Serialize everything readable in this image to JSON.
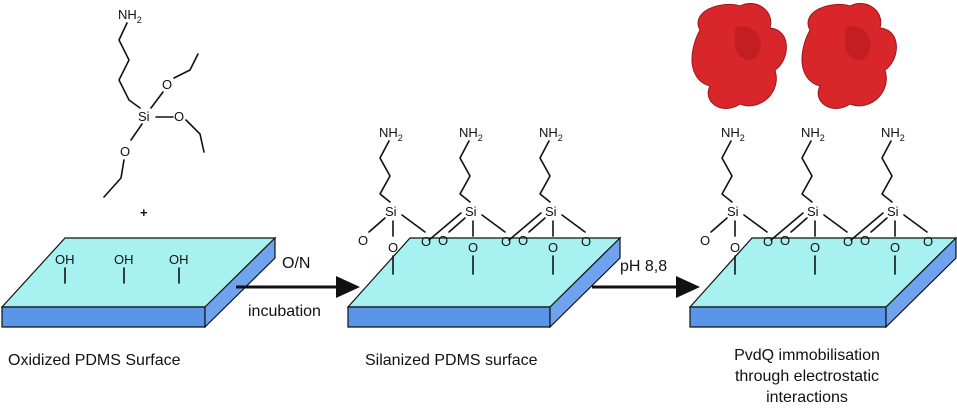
{
  "molecule": {
    "amine": "NH",
    "subscript": "2",
    "silicon": "Si",
    "oxygen": "O"
  },
  "plus_sign": "+",
  "hydroxyl": "OH",
  "steps": [
    {
      "top_label": "O/N",
      "bottom_label": "incubation"
    },
    {
      "top_label": "pH 8,8",
      "bottom_label": ""
    }
  ],
  "captions": {
    "oxidized": "Oxidized PDMS Surface",
    "silanized": "Silanized PDMS surface",
    "immobilised_1": "PvdQ immobilisation",
    "immobilised_2": "through electrostatic",
    "immobilised_3": "interactions"
  },
  "colors": {
    "slab_top": "#a8f1f1",
    "slab_front": "#5b95e8",
    "slab_side": "#6fa3ee",
    "protein": "#d8262a",
    "protein_dark": "#9e1518"
  }
}
